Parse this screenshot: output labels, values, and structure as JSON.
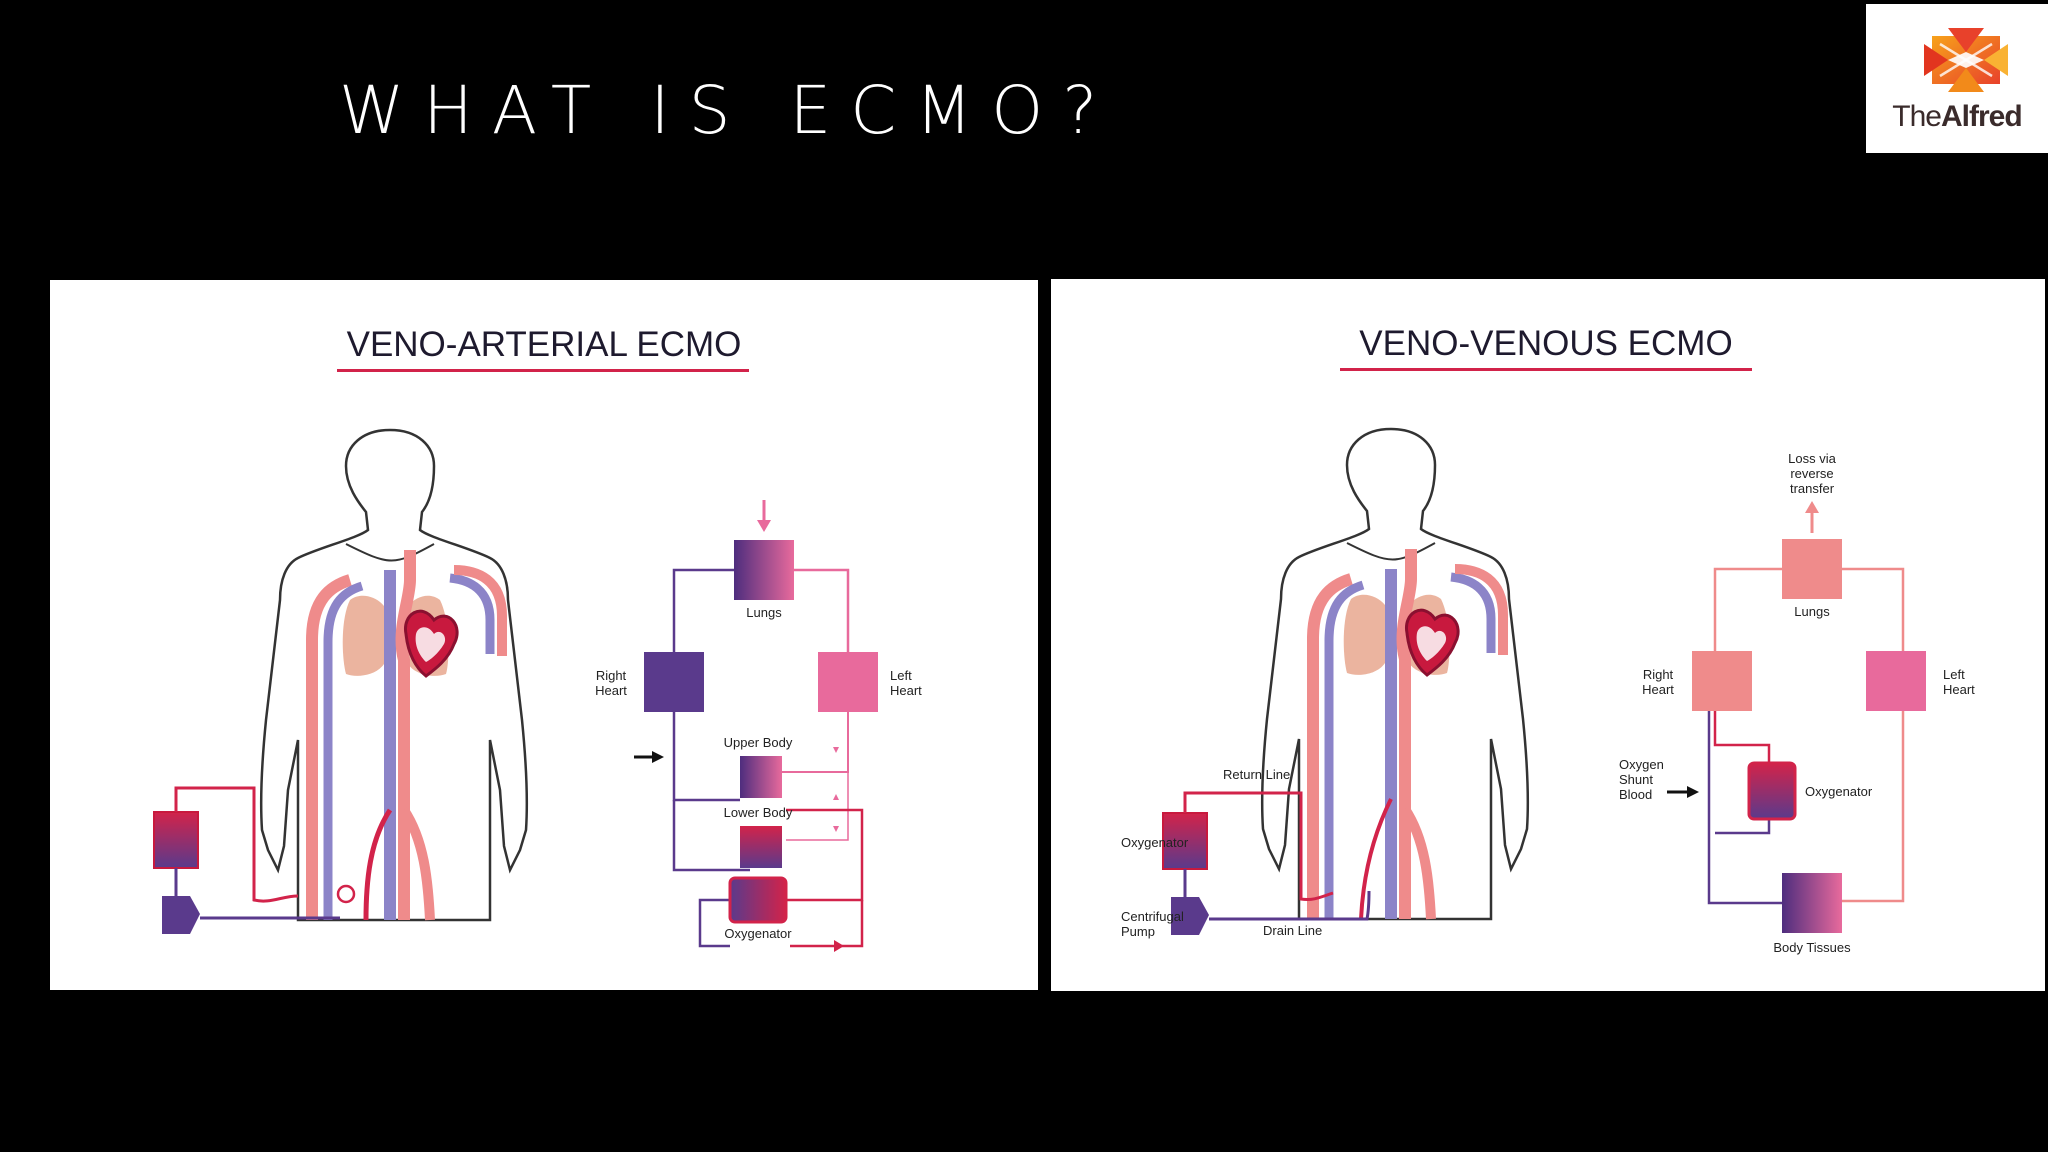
{
  "slide": {
    "title": "WHAT IS ECMO?"
  },
  "logo": {
    "text_prefix": "The",
    "text_bold": "Alfred"
  },
  "colors": {
    "purple": "#5a3a8c",
    "red": "#d2234a",
    "pink": "#e86a9c",
    "salmon": "#ef8b8b",
    "peach": "#e8a78e",
    "navy": "#3b2b6b"
  },
  "panels": [
    {
      "title": "VENO-ARTERIAL ECMO",
      "labels": {
        "lungs": "Lungs",
        "right_heart_1": "Right",
        "right_heart_2": "Heart",
        "left_heart_1": "Left",
        "left_heart_2": "Heart",
        "upper_body": "Upper Body",
        "lower_body": "Lower Body",
        "oxygenator": "Oxygenator"
      }
    },
    {
      "title": "VENO-VENOUS ECMO",
      "labels": {
        "loss_1": "Loss via",
        "loss_2": "reverse",
        "loss_3": "transfer",
        "lungs": "Lungs",
        "right_heart_1": "Right",
        "right_heart_2": "Heart",
        "left_heart_1": "Left",
        "left_heart_2": "Heart",
        "shunt_1": "Oxygen",
        "shunt_2": "Shunt",
        "shunt_3": "Blood",
        "oxygenator_circuit": "Oxygenator",
        "body_tissues": "Body Tissues",
        "return_line": "Return Line",
        "oxygenator": "Oxygenator",
        "pump_1": "Centrifugal",
        "pump_2": "Pump",
        "drain_line": "Drain Line"
      }
    }
  ]
}
